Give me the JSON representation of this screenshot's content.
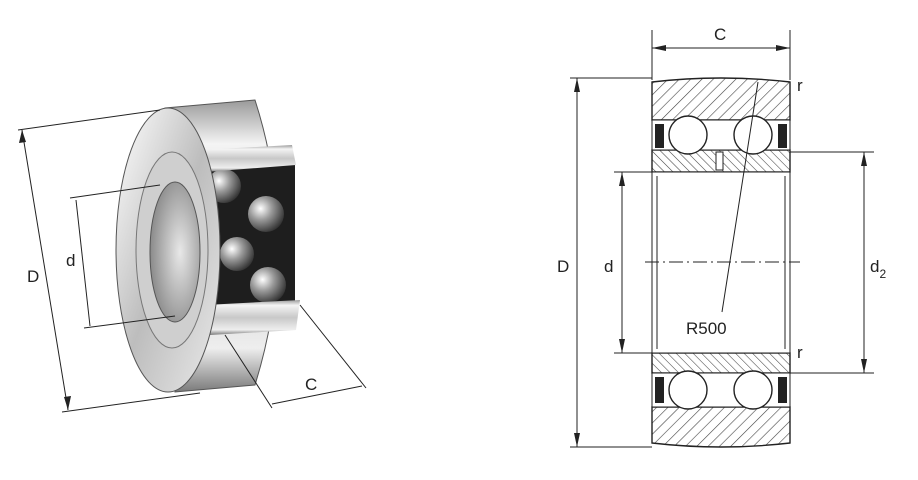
{
  "perspective_view": {
    "labels": {
      "outer_diameter": "D",
      "bore_diameter": "d",
      "width": "C"
    }
  },
  "section_view": {
    "labels": {
      "width": "C",
      "outer_diameter": "D",
      "bore_diameter": "d",
      "inner_ring_diameter": "d",
      "inner_ring_subscript": "2",
      "crown_radius": "R500",
      "chamfer_top": "r",
      "chamfer_inner": "r"
    }
  },
  "colors": {
    "line": "#222222",
    "hatch": "#444444",
    "metal_light": "#f2f2f2",
    "metal_dark": "#6a6a6a"
  }
}
